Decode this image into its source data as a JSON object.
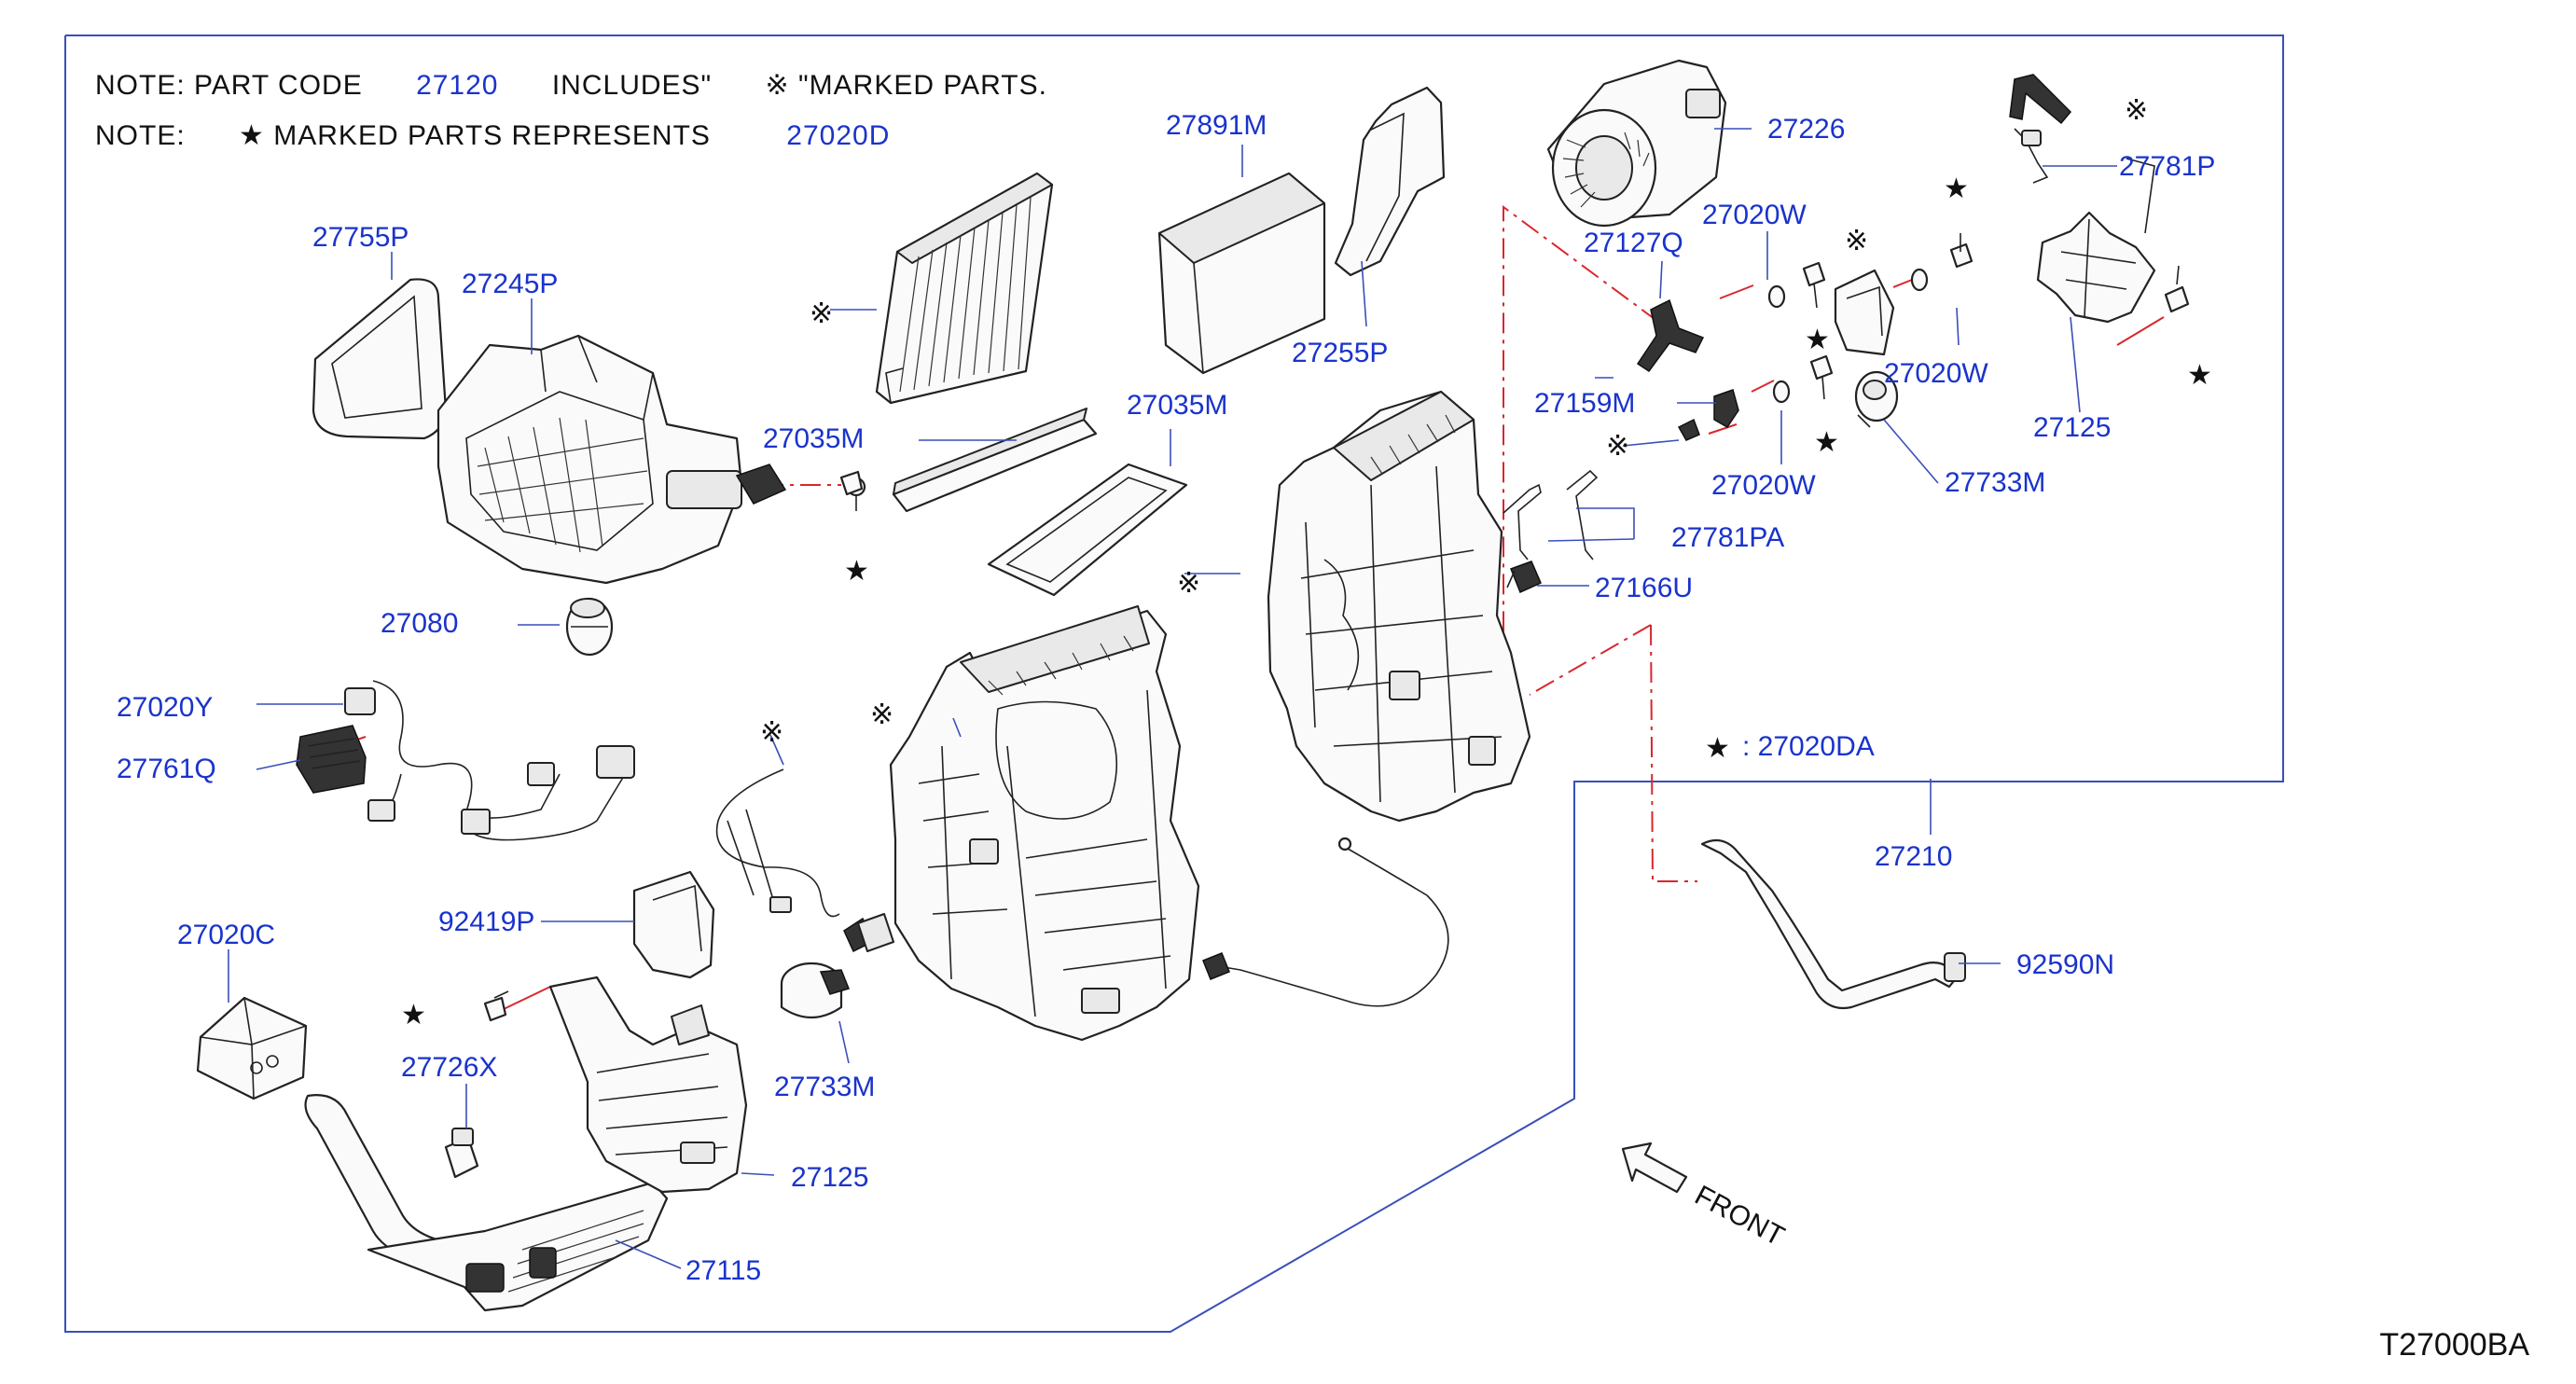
{
  "notes": {
    "line1": {
      "prefix": "NOTE:  PART  CODE",
      "code": "27120",
      "middle": "INCLUDES\"",
      "mark": "※",
      "suffix": "\"MARKED  PARTS."
    },
    "line2": {
      "prefix": "NOTE:",
      "mark": "★",
      "middle": "MARKED  PARTS  REPRESENTS",
      "code": "27020D"
    }
  },
  "legend": {
    "mark": "★",
    "text": ": 27020DA"
  },
  "labels": {
    "p27755P": "27755P",
    "p27245P": "27245P",
    "p27035M_a": "27035M",
    "p27035M_b": "27035M",
    "p27891M": "27891M",
    "p27255P": "27255P",
    "p27226": "27226",
    "p27127Q": "27127Q",
    "p27020W_a": "27020W",
    "p27020W_b": "27020W",
    "p27020W_c": "27020W",
    "p27781P": "27781P",
    "p27159M": "27159M",
    "p27733M_a": "27733M",
    "p27733M_b": "27733M",
    "p27125_a": "27125",
    "p27125_b": "27125",
    "p27781PA": "27781PA",
    "p27166U": "27166U",
    "p27080": "27080",
    "p27020Y": "27020Y",
    "p27761Q": "27761Q",
    "p27210": "27210",
    "p92590N": "92590N",
    "p92419P": "92419P",
    "p27020C": "27020C",
    "p27726X": "27726X",
    "p27115": "27115",
    "front": "FRONT"
  },
  "marks": {
    "star": "★",
    "ref": "※"
  },
  "figure_code": "T27000BA"
}
